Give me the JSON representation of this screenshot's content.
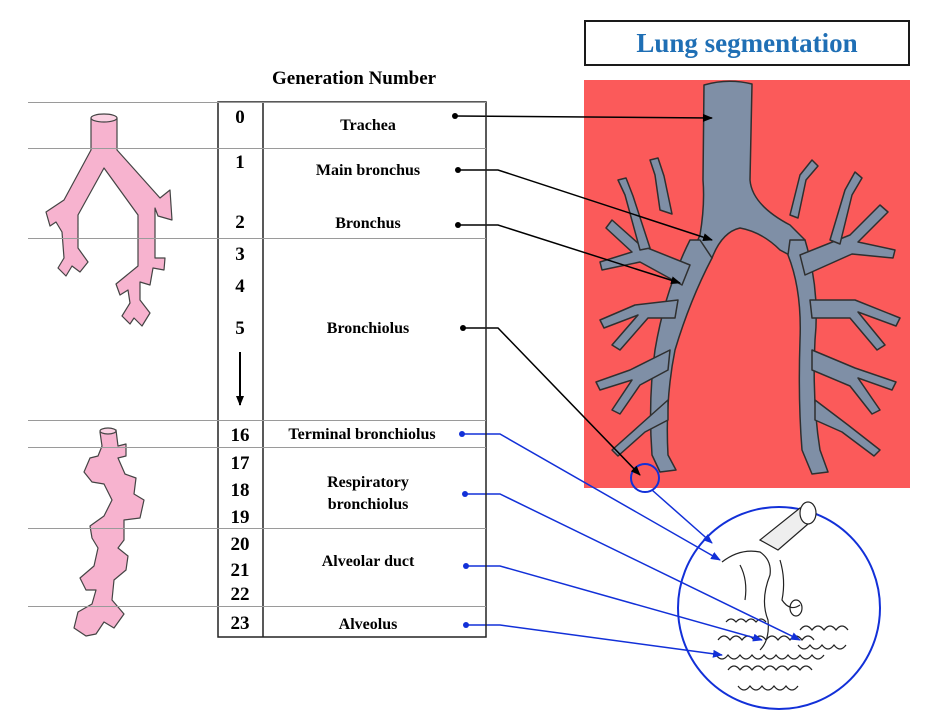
{
  "title": "Lung segmentation",
  "table": {
    "header": "Generation Number",
    "generations": {
      "g0": "0",
      "g1": "1",
      "g2": "2",
      "g3": "3",
      "g4": "4",
      "g5": "5",
      "g16": "16",
      "g17": "17",
      "g18": "18",
      "g19": "19",
      "g20": "20",
      "g21": "21",
      "g22": "22",
      "g23": "23"
    },
    "labels": {
      "trachea": "Trachea",
      "main_bronchus": "Main bronchus",
      "bronchus": "Bronchus",
      "bronchiolus": "Bronchiolus",
      "terminal_bronchiolus": "Terminal bronchiolus",
      "respiratory_bronchiolus_1": "Respiratory",
      "respiratory_bronchiolus_2": "bronchiolus",
      "alveolar_duct": "Alveolar duct",
      "alveolus": "Alveolus"
    }
  },
  "colors": {
    "airway_pink": "#f7b3cf",
    "lung_background": "#fb5a5a",
    "bronchial_tree": "#7f8fa6",
    "title_blue": "#1f6fb5",
    "pointer_blue": "#1230d8"
  }
}
